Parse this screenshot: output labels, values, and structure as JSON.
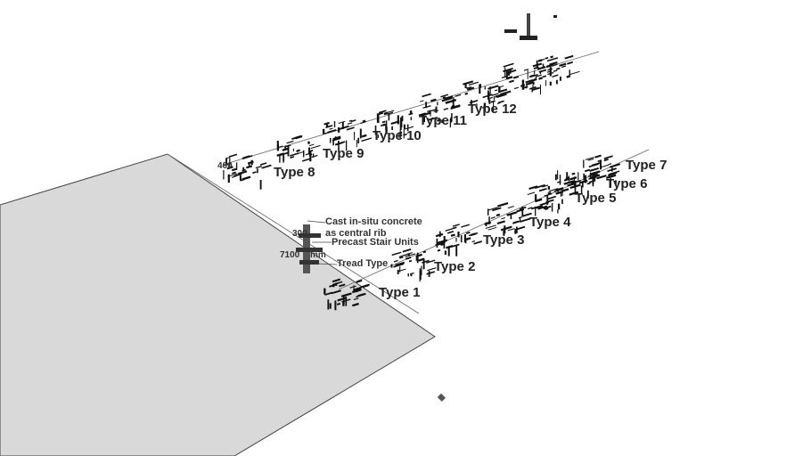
{
  "scene": {
    "type_labels": [
      "Type 1",
      "Type 2",
      "Type 3",
      "Type 4",
      "Type 5",
      "Type 6",
      "Type 7",
      "Type 8",
      "Type 9",
      "Type 10",
      "Type 11",
      "Type 12"
    ],
    "annotations": [
      "Cast in-situ concrete",
      "as central rib",
      "Precast Stair Units",
      "Tread Type"
    ],
    "dimension_text": [
      "300",
      "400",
      "7100",
      "mm"
    ],
    "colors": {
      "ground": "#d9d9d9",
      "ground_edge": "#444444",
      "ink": "#111111",
      "background": "#ffffff"
    }
  }
}
